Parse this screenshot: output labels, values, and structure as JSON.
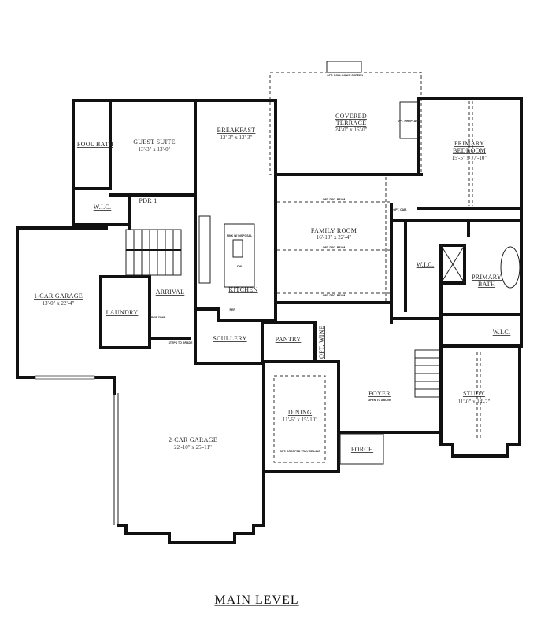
{
  "title": "MAIN LEVEL",
  "rooms": {
    "pool_bath": {
      "label": "POOL BATH"
    },
    "guest_suite": {
      "label": "GUEST SUITE",
      "dim": "13'-3\" x 13'-0\""
    },
    "breakfast": {
      "label": "BREAKFAST",
      "dim": "12'-3\" x 13'-3\""
    },
    "covered_terrace": {
      "label1": "COVERED",
      "label2": "TERRACE",
      "dim": "24'-0\" x 16'-0\""
    },
    "primary_bedroom": {
      "label1": "PRIMARY",
      "label2": "BEDROOM",
      "dim": "15'-5\" x 17'-10\""
    },
    "wic_guest": {
      "label": "W.I.C."
    },
    "pdr": {
      "label": "PDR 1"
    },
    "family_room": {
      "label": "FAMILY ROOM",
      "dim": "16'-10\" x 22'-4\""
    },
    "kitchen": {
      "label": "KITCHEN"
    },
    "one_car_garage": {
      "label": "1-CAR GARAGE",
      "dim": "13'-0\" x 22'-4\""
    },
    "arrival": {
      "label": "ARRIVAL"
    },
    "laundry": {
      "label": "LAUNDRY"
    },
    "sculley": {
      "label": "SCULLERY"
    },
    "pantry": {
      "label": "PANTRY"
    },
    "opt_wine": {
      "label": "OPT. WINE"
    },
    "wic_primary": {
      "label": "W.I.C."
    },
    "primary_bath": {
      "label1": "PRIMARY",
      "label2": "BATH"
    },
    "wic_bath": {
      "label": "W.I.C."
    },
    "foyer": {
      "label": "FOYER",
      "note": "OPEN TO ABOVE"
    },
    "study": {
      "label": "STUDY",
      "dim": "11'-0\" x 14'-2\""
    },
    "dining": {
      "label": "DINING",
      "dim": "11'-6\" x 15'-10\""
    },
    "porch": {
      "label": "PORCH"
    },
    "two_car_garage": {
      "label": "2-CAR GARAGE",
      "dim": "22'-10\" x 25'-11\""
    }
  },
  "notes": {
    "roll_down_screen": "OPT. ROLL DOWN SCREEN",
    "fireplace": "OPT. FIREPLACE",
    "dec_beam": "OPT. DEC. BEAM",
    "opt_cab": "OPT. CAB.",
    "sink": "SINK W/ DISPOSAL",
    "dw": "DW",
    "drop_zone": "DROP ZONE",
    "steps_to_grade": "STEPS TO GRADE",
    "tray_ceiling": "OPT. DROPPED TRAY CEILING",
    "ref": "REF"
  }
}
